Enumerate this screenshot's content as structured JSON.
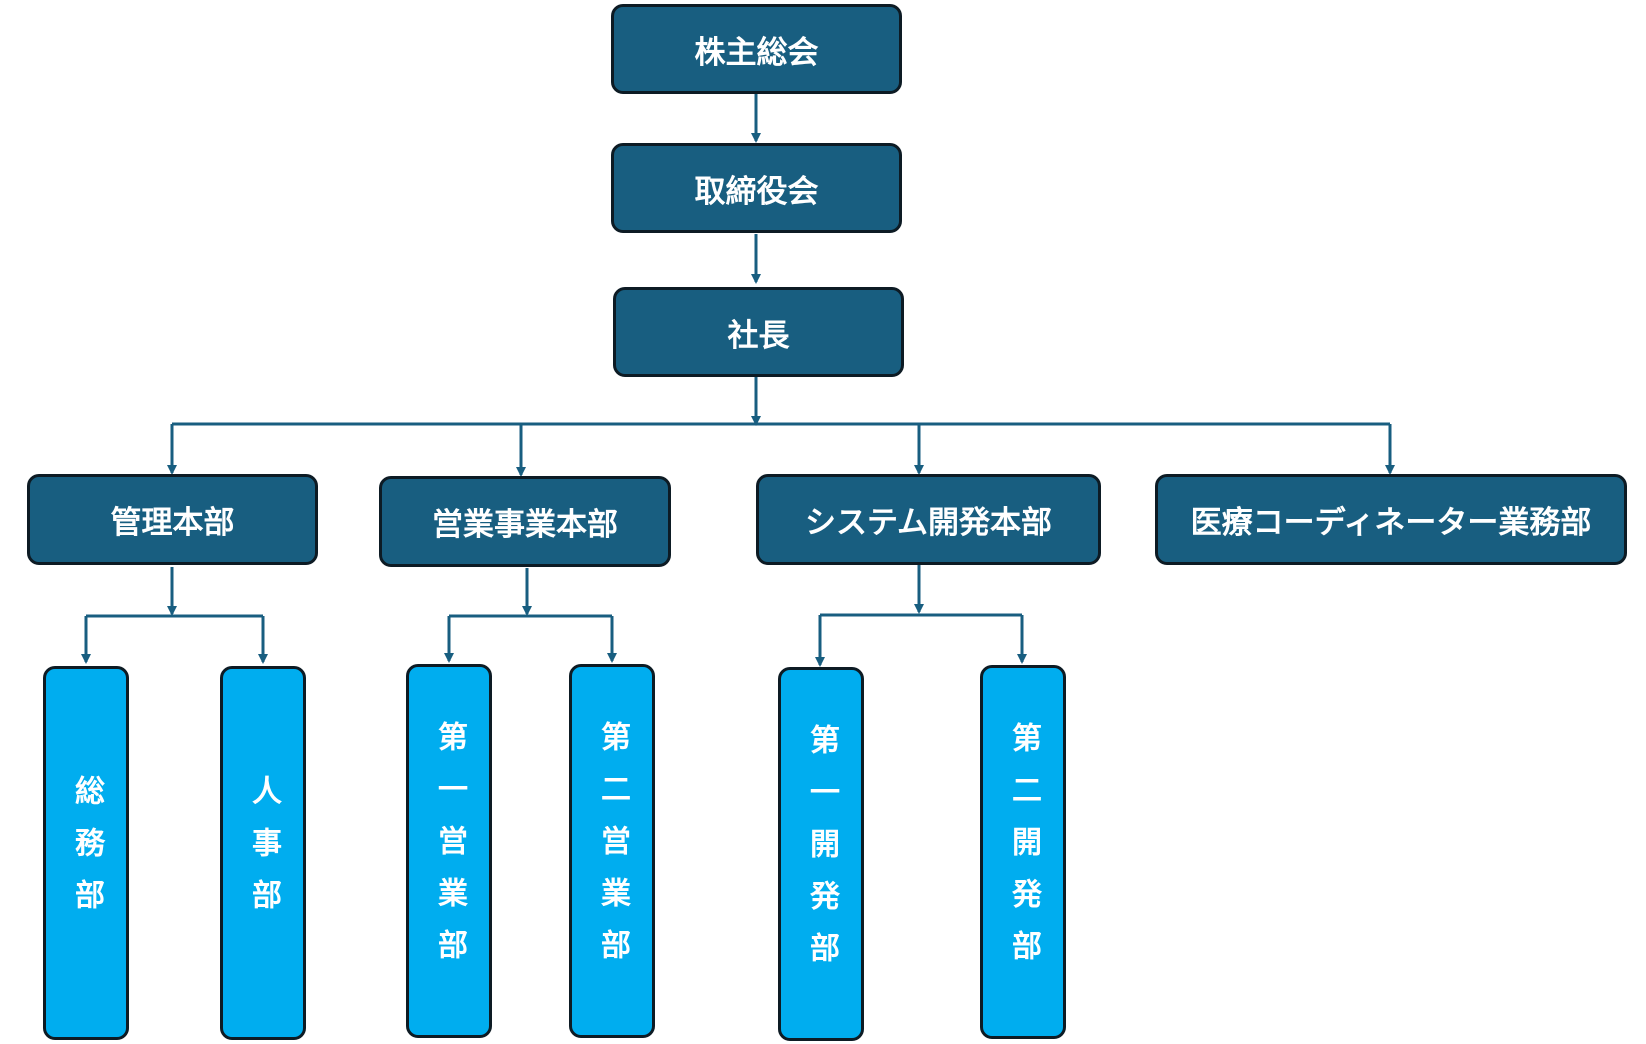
{
  "chart": {
    "shareholders": "株主総会",
    "board": "取締役会",
    "president": "社長",
    "divisions": {
      "admin": "管理本部",
      "sales": "営業事業本部",
      "system": "システム開発本部",
      "medical": "医療コーディネーター業務部"
    },
    "departments": {
      "general_affairs": "総務部",
      "hr": "人事部",
      "sales1": "第一営業部",
      "sales2": "第二営業部",
      "dev1": "第一開発部",
      "dev2": "第二開発部"
    }
  },
  "colors": {
    "node_fill": "#185e80",
    "dept_fill": "#00adef",
    "border": "#0d1b24",
    "connector": "#185e80",
    "text": "#ffffff"
  }
}
